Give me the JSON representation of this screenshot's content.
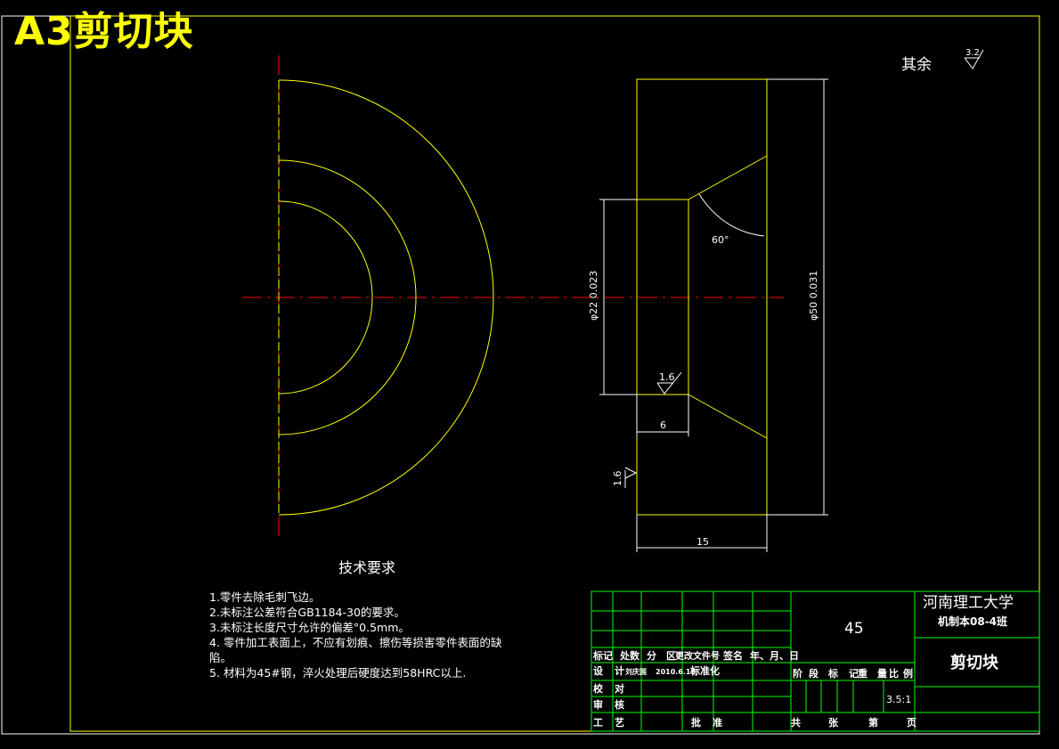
{
  "title": "A3剪切块",
  "roughness_note": {
    "label": "其余",
    "value": "3.2"
  },
  "dimensions": {
    "inner_diameter": "φ22 0.023",
    "outer_diameter": "φ50 0.031",
    "angle": "60°",
    "step_width": "6",
    "total_width": "15",
    "surface_roughness_inner": "1.6",
    "surface_roughness_side": "1.6"
  },
  "tech_requirements": {
    "title": "技术要求",
    "items": [
      "1.零件去除毛刺飞边。",
      "2.未标注公差符合GB1184-30的要求。",
      "3.未标注长度尺寸允许的偏差°0.5mm。",
      "4.  零件加工表面上，不应有划痕、擦伤等损害零件表面的缺",
      "陷。",
      "5.  材料为45#钢，淬火处理后硬度达到58HRC以上."
    ]
  },
  "title_block": {
    "school": "河南理工大学",
    "class": "机制本08-4班",
    "material": "45",
    "part_name": "剪切块",
    "scale": "3.5:1",
    "header_row": [
      "标记",
      "处数",
      "分",
      "区",
      "更改文件号",
      "签名",
      "年、月、日"
    ],
    "design_label": "设",
    "design_label2": "计",
    "designer": "刘庆国",
    "date": "2010.6.12",
    "standardize": "标准化",
    "check_label": "校",
    "check_label2": "对",
    "review_label": "审",
    "review_label2": "核",
    "craft_label": "工",
    "craft_label2": "艺",
    "approve_label": "批",
    "approve_label2": "准",
    "stage_headers": [
      "阶",
      "段",
      "标",
      "记",
      "重",
      "量",
      "比",
      "例"
    ],
    "sheet_labels": [
      "共",
      "张",
      "第",
      "页"
    ]
  },
  "colors": {
    "outline": "#ffff00",
    "table": "#00ff00",
    "center_line": "#ff0000",
    "frame": "#ffffff",
    "text": "#ffffff"
  }
}
